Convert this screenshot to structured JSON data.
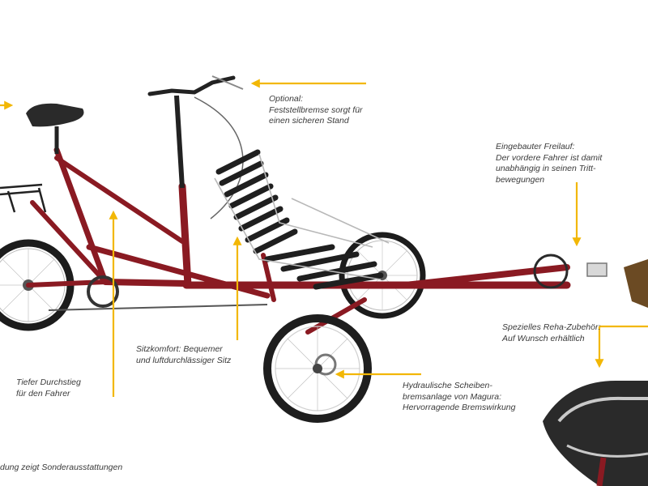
{
  "annotations": {
    "brake": "Optional:\nFeststellbremse sorgt für\neinen sicheren Stand",
    "freewheel": "Eingebauter Freilauf:\nDer vordere Fahrer ist damit\nunabhängig in seinen Tritt-\nbewegungen",
    "seat": "Sitzkomfort: Bequemer\nund luftdurchlässiger Sitz",
    "rehab": "Spezielles Reha-Zubehör:\nAuf Wunsch erhältlich",
    "step": "Tiefer Durchstieg\nfür den Fahrer",
    "hydraulic": "Hydraulische Scheiben-\nbremsanlage von Magura:\nHervorragende Bremswirkung",
    "footnote": "dung zeigt Sonderausstattungen"
  },
  "colors": {
    "arrow": "#f2b705",
    "frame": "#8a1a22",
    "tire": "#1c1c1c"
  }
}
